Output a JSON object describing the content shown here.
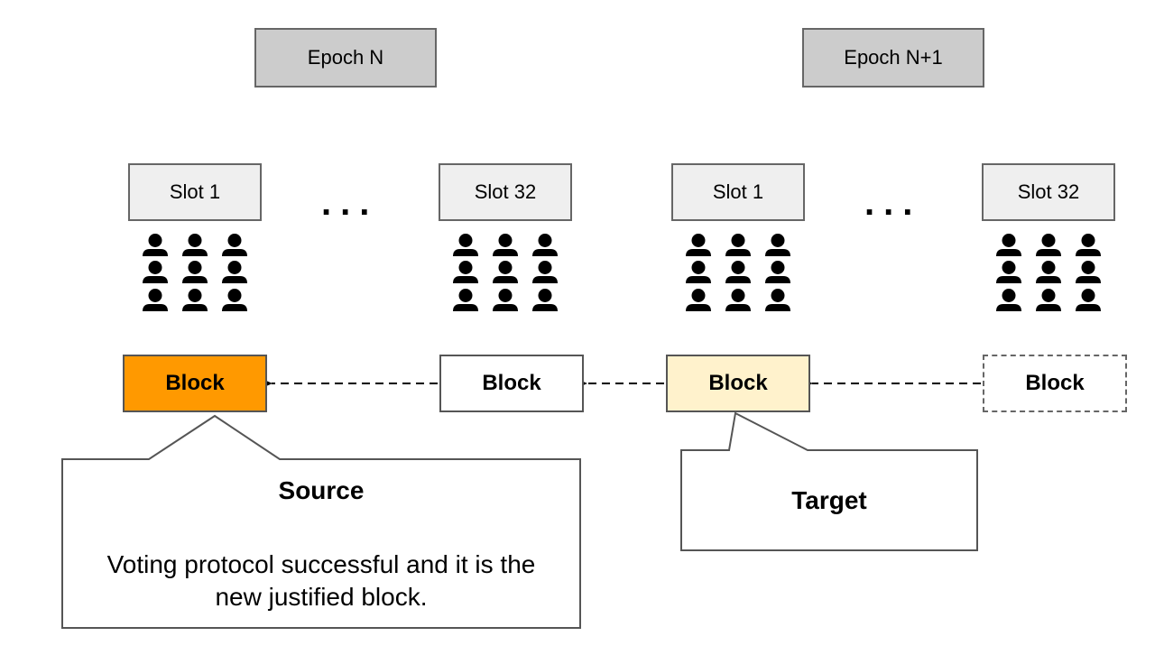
{
  "epochs": [
    {
      "label": "Epoch N"
    },
    {
      "label": "Epoch N+1"
    }
  ],
  "slots": [
    {
      "label": "Slot 1"
    },
    {
      "label": "Slot 32"
    },
    {
      "label": "Slot 1"
    },
    {
      "label": "Slot 32"
    }
  ],
  "ellipsis": "...",
  "blocks": [
    {
      "label": "Block",
      "state": "source"
    },
    {
      "label": "Block",
      "state": "normal"
    },
    {
      "label": "Block",
      "state": "target"
    },
    {
      "label": "Block",
      "state": "future"
    }
  ],
  "callouts": {
    "source": {
      "title": "Source",
      "body": "Voting protocol successful and it is the new justified block."
    },
    "target": {
      "title": "Target"
    }
  },
  "colors": {
    "source": "#ff9900",
    "target": "#fff2cc",
    "epoch_fill": "#cccccc",
    "slot_fill": "#efefef"
  },
  "icons": {
    "validator": "person-icon"
  }
}
